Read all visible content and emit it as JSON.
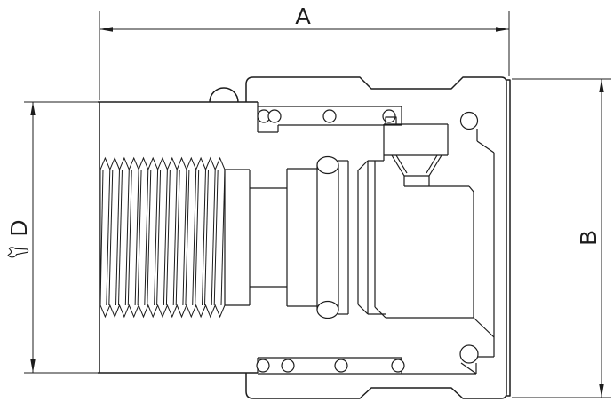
{
  "drawing": {
    "title": "coupling-cross-section",
    "dimensions": {
      "a_label": "A",
      "b_label": "B",
      "d_label": "D"
    },
    "icons": {
      "wrench": "open-end-wrench-icon"
    },
    "colors": {
      "line": "#1c1c1c",
      "background": "#ffffff"
    }
  }
}
